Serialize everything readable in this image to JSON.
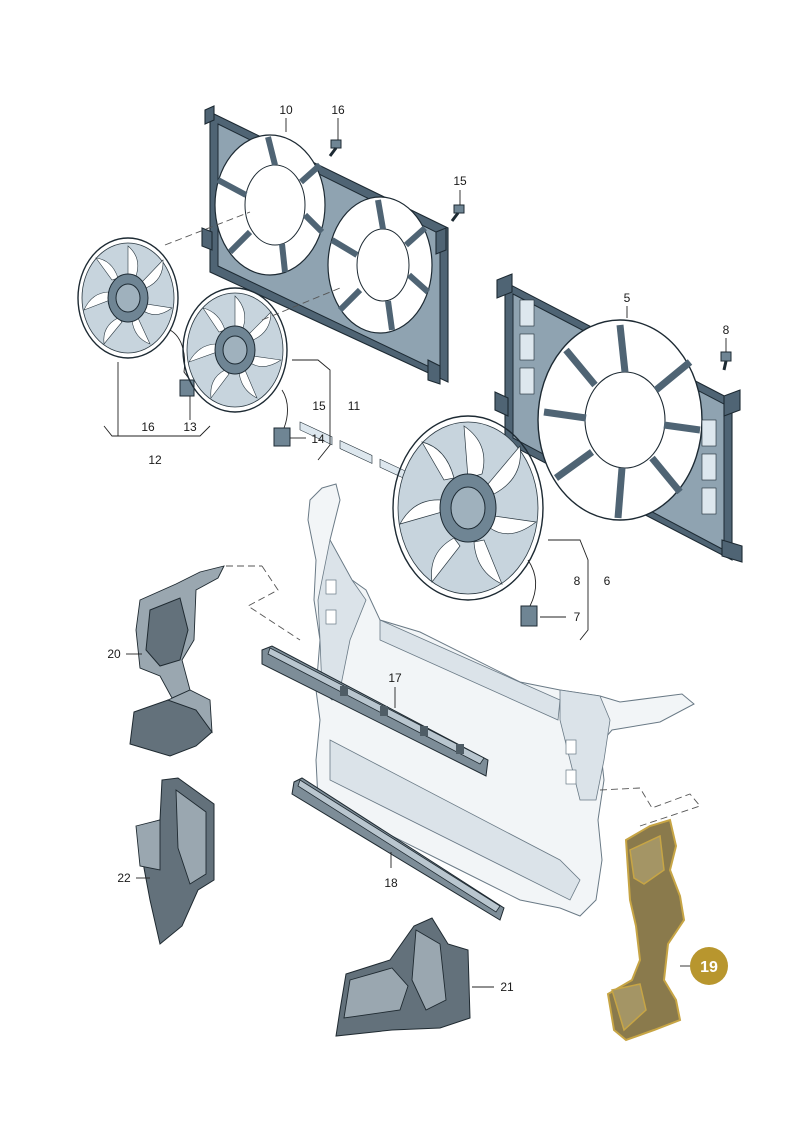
{
  "callouts": {
    "c10": "10",
    "c16_top": "16",
    "c15_top": "15",
    "c5": "5",
    "c8_top": "8",
    "c15_side": "15",
    "c11": "11",
    "c14": "14",
    "c16_bottom": "16",
    "c13": "13",
    "c12": "12",
    "c8_side": "8",
    "c6": "6",
    "c7": "7",
    "c20": "20",
    "c17": "17",
    "c22": "22",
    "c18": "18",
    "c21": "21",
    "c19": "19"
  },
  "highlight": {
    "part_number": "19",
    "badge_color": "#b8962e",
    "badge_text_color": "#ffffff"
  },
  "colors": {
    "part_dark": "#4f6474",
    "part_light": "#dde7ee",
    "carrier": "#f2f5f7",
    "highlight_outline": "#c7a545"
  }
}
